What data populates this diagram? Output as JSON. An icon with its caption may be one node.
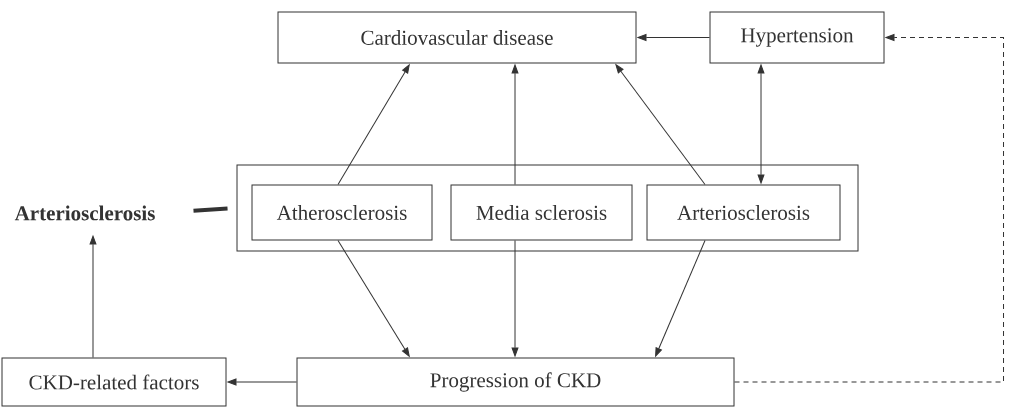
{
  "diagram": {
    "nodes": [
      {
        "text": [
          "Cardiovascular disease"
        ]
      },
      {
        "text": [
          "Hypertension"
        ]
      },
      {
        "text": [
          "Arteriosclerosis"
        ]
      },
      {
        "text": [],
        "shape": "box"
      },
      {
        "text": [
          "Atherosclerosis"
        ],
        "in": 3
      },
      {
        "text": [
          "Media sclerosis"
        ],
        "in": 3
      },
      {
        "text": [
          "Arteriosclerosis"
        ],
        "in": 3
      },
      {
        "text": [
          "CKD-related factors"
        ]
      },
      {
        "text": [
          "Progression of CKD"
        ]
      }
    ],
    "edges": [
      {
        "from": 1,
        "to": 0,
        "arrow": "to"
      },
      {
        "from": 4,
        "to": 0,
        "arrow": "to"
      },
      {
        "from": 5,
        "to": 0,
        "arrow": "to"
      },
      {
        "from": 6,
        "to": 0,
        "arrow": "to"
      },
      {
        "from": 1,
        "to": 6,
        "arrow": "both"
      },
      {
        "from": 4,
        "to": 8,
        "arrow": "to"
      },
      {
        "from": 5,
        "to": 8,
        "arrow": "to"
      },
      {
        "from": 6,
        "to": 8,
        "arrow": "to"
      },
      {
        "from": 8,
        "to": 7,
        "arrow": "to"
      },
      {
        "from": 7,
        "to": 2,
        "arrow": "to"
      },
      {
        "from": 8,
        "to": 1,
        "arrow": "to",
        "style": "dashed"
      },
      {
        "from": 2,
        "to": 3,
        "arrow": "none",
        "style": "thick"
      }
    ]
  }
}
